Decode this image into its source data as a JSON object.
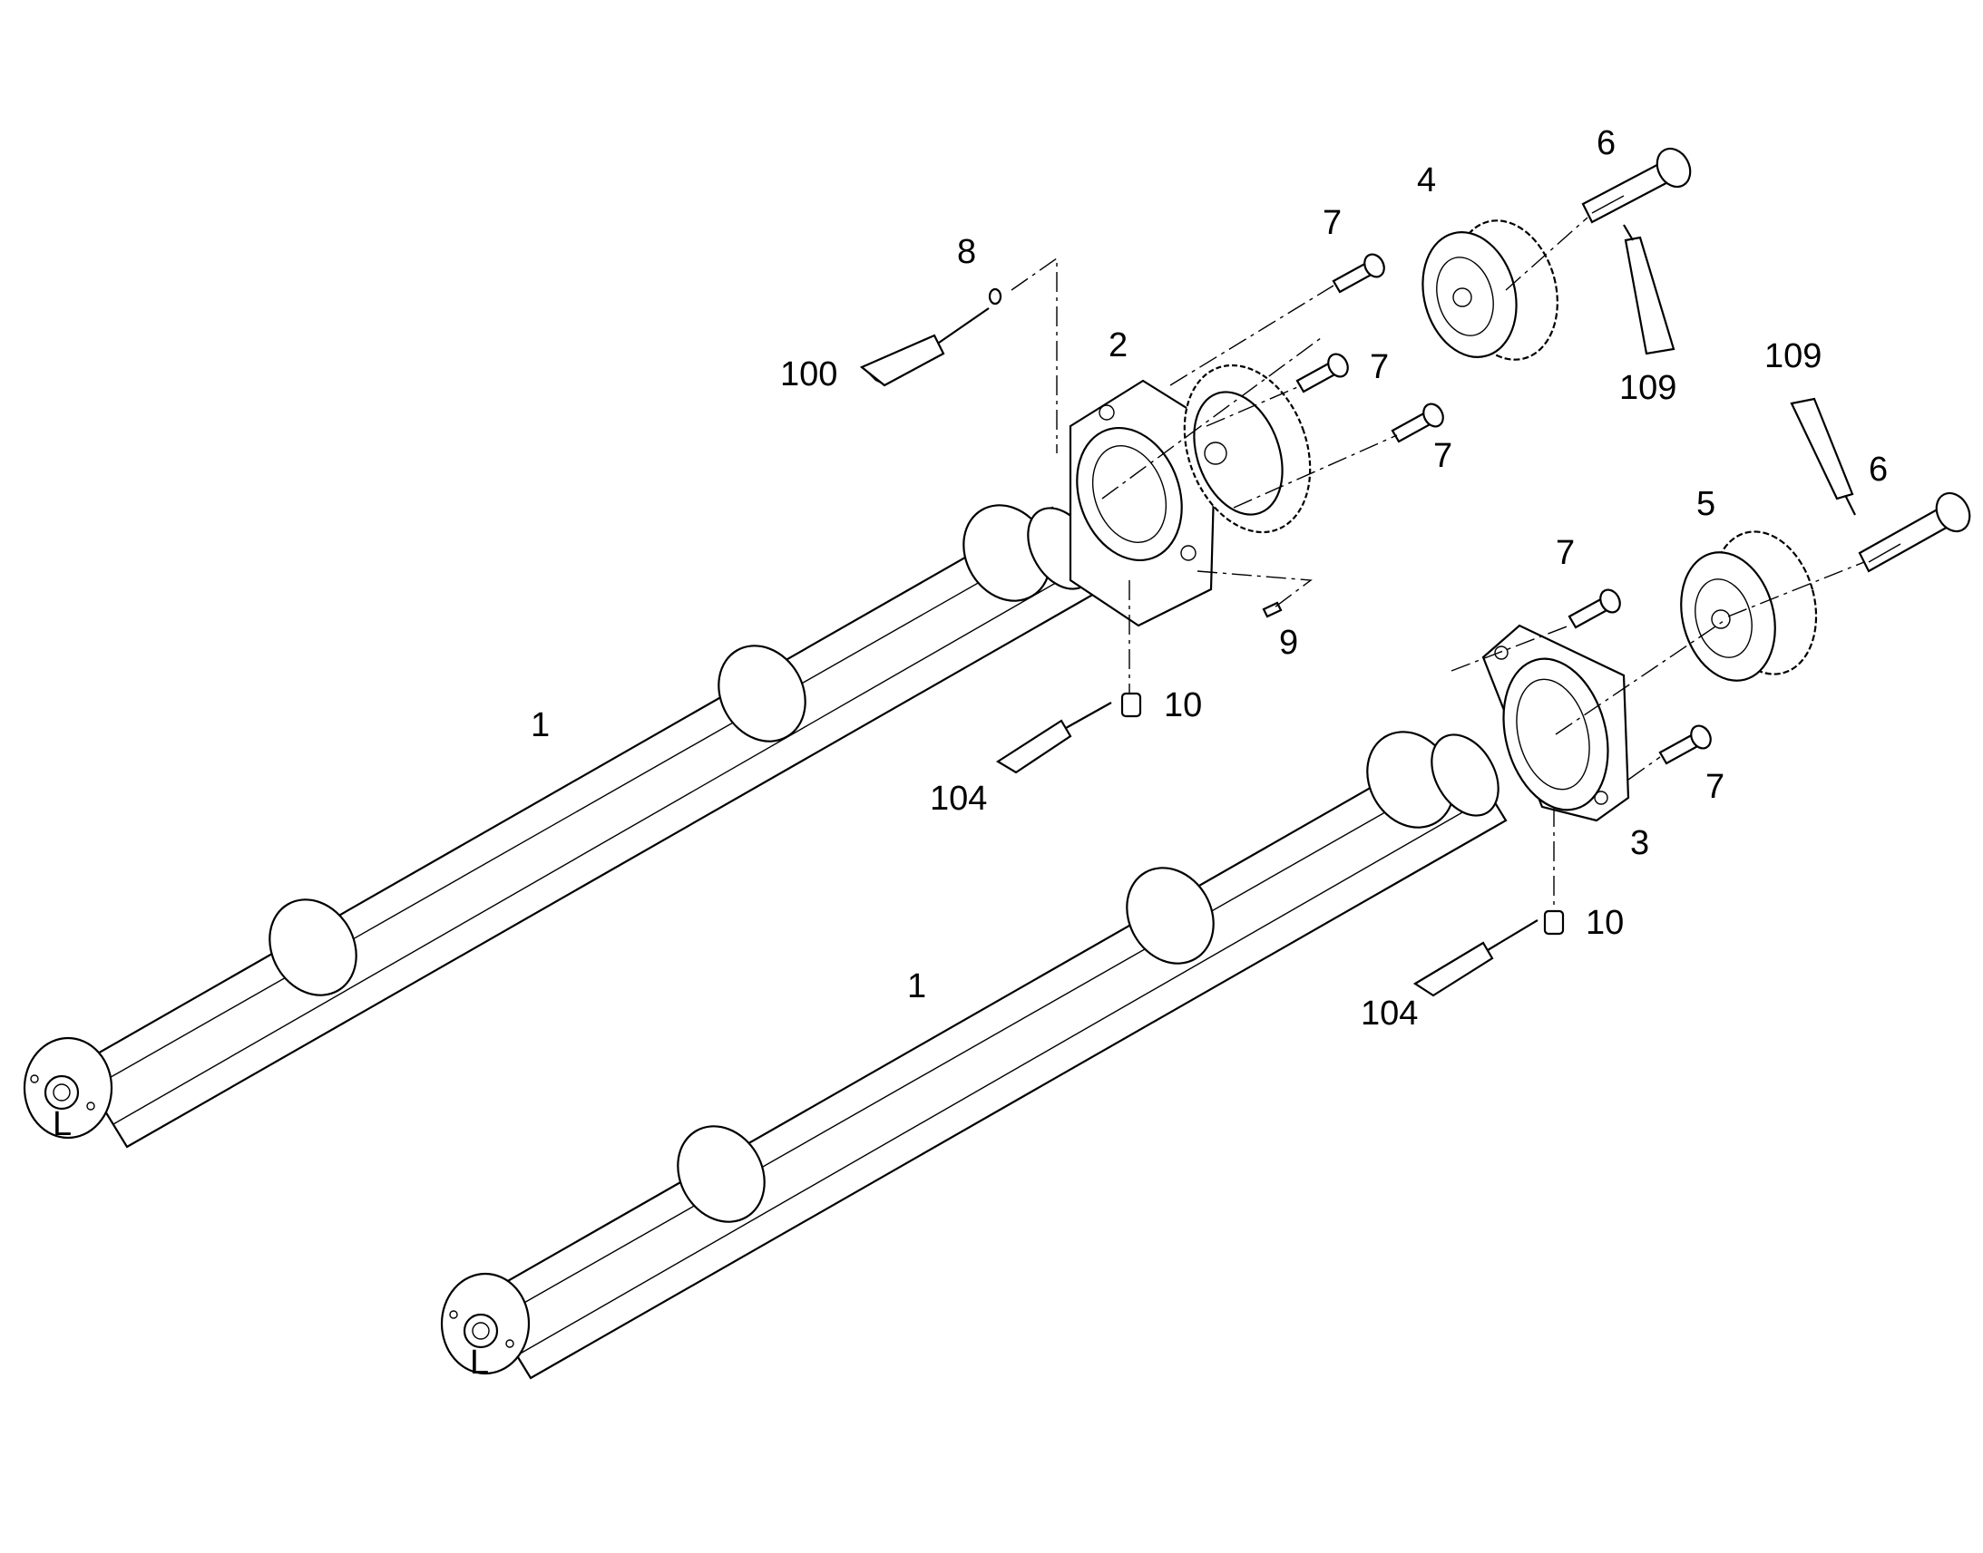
{
  "callouts": {
    "camshaft_upper": "1",
    "camshaft_lower": "1",
    "housing": "2",
    "flange": "3",
    "gear_upper": "4",
    "gear_lower": "5",
    "bolt_upper": "6",
    "bolt_lower": "6",
    "screw_a": "7",
    "screw_b": "7",
    "screw_c": "7",
    "screw_d": "7",
    "screw_e": "7",
    "oring": "8",
    "pin": "9",
    "plug_upper": "10",
    "plug_lower": "10",
    "sealant_100": "100",
    "sealant_104_upper": "104",
    "sealant_104_lower": "104",
    "sealant_109_upper": "109",
    "sealant_109_lower": "109"
  },
  "shaft_end_mark": "L"
}
